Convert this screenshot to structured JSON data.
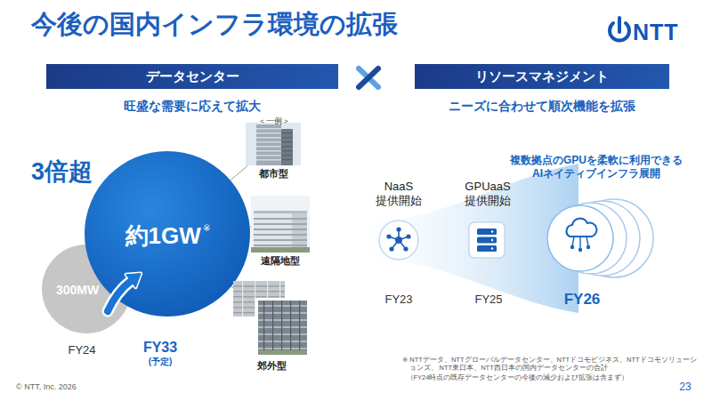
{
  "diagram": {
    "title": "今後の国内インフラ環境の拡張",
    "nodes": [
      {
        "text": [
          "データセンター"
        ]
      },
      {
        "text": [
          "リソースマネジメント"
        ]
      },
      {
        "text": [
          "300MW"
        ]
      },
      {
        "text": [
          "約1GW",
          "※"
        ]
      },
      {
        "text": [
          "都市型"
        ]
      },
      {
        "text": [
          "遠隔地型"
        ]
      },
      {
        "text": [
          "郊外型"
        ]
      }
    ],
    "edges": [
      {
        "from": 3,
        "to": 4,
        "arrow": "none"
      },
      {
        "from": 3,
        "to": 5,
        "arrow": "none"
      },
      {
        "from": 3,
        "to": 6,
        "arrow": "none"
      }
    ],
    "labels": [
      "NTT",
      "旺盛な需要に応えて拡大",
      "ニーズに合わせて順次機能を拡張",
      "＜一例＞",
      "3倍超",
      "FY24",
      "FY33",
      "(予定)",
      "NaaS 提供開始",
      "GPUaaS 提供開始",
      "複数拠点のGPUを柔軟に利用できる AIネイティブインフラ展開",
      "FY23",
      "FY25",
      "FY26",
      "※ NTTデータ、NTTグローバルデータセンター、NTTドコモビジネス、NTTドコモソリューションズ、 NTT東日本、NTT西日本の国内データセンターの合計",
      "（FY24時点の既存データセンターの今後の減少および拡張は含まず）",
      "© NTT, Inc. 2026",
      "23"
    ]
  }
}
